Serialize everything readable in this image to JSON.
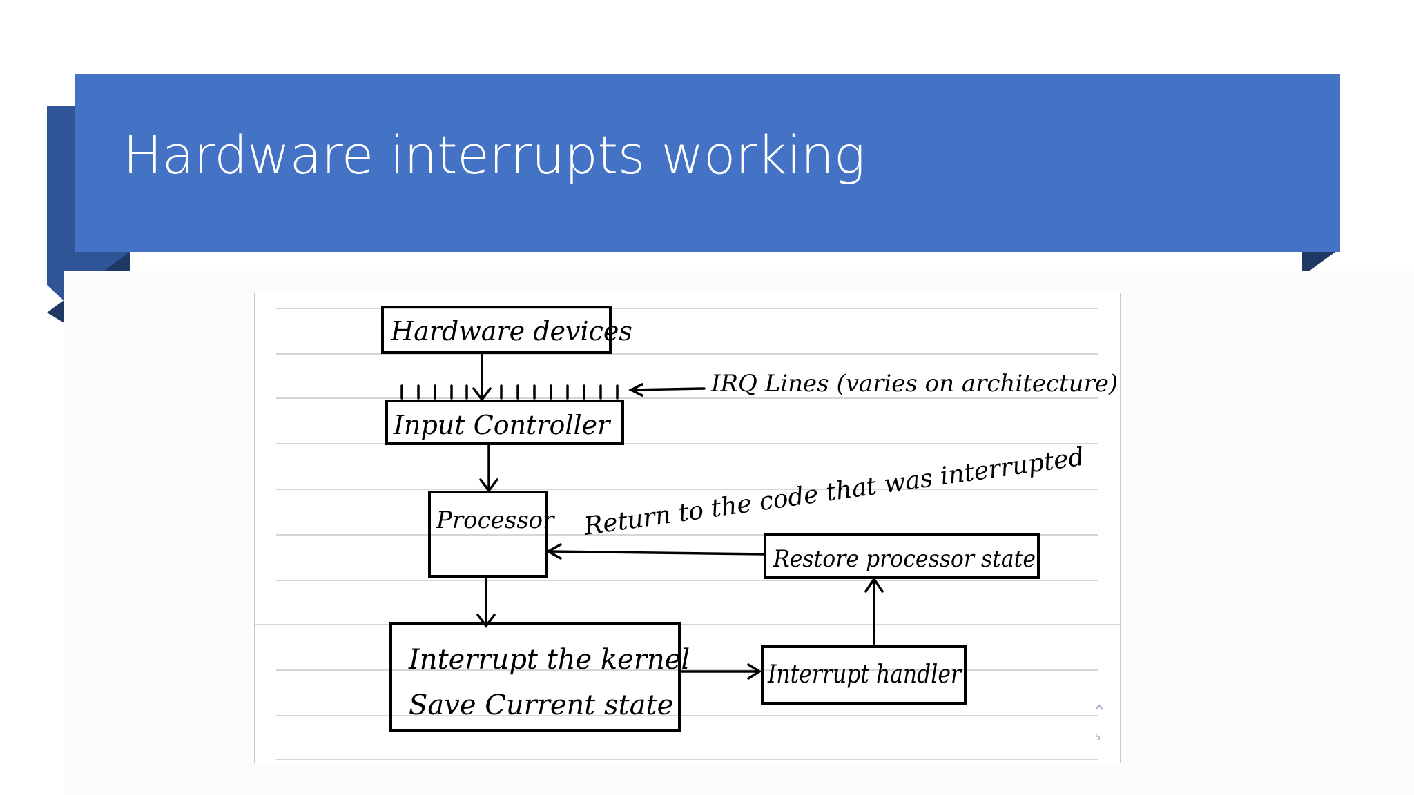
{
  "slide": {
    "title": "Hardware interrupts working"
  },
  "diagram": {
    "hardware_devices": "Hardware devices",
    "irq_lines": "IRQ Lines (varies on architecture)",
    "input_controller": "Input Controller",
    "processor": "Processor",
    "return_note": "Return to the code that was interrupted",
    "restore_state": "Restore processor state",
    "interrupt_kernel_line1": "Interrupt the kernel",
    "interrupt_kernel_line2": "Save Current state",
    "interrupt_handler": "Interrupt handler"
  },
  "scrollbar": {
    "page_indicator": "5"
  },
  "colors": {
    "banner": "#4472c4",
    "banner_shadow": "#2f5597",
    "banner_dark": "#203864",
    "title_text": "#ffffff",
    "ink": "#000000"
  }
}
